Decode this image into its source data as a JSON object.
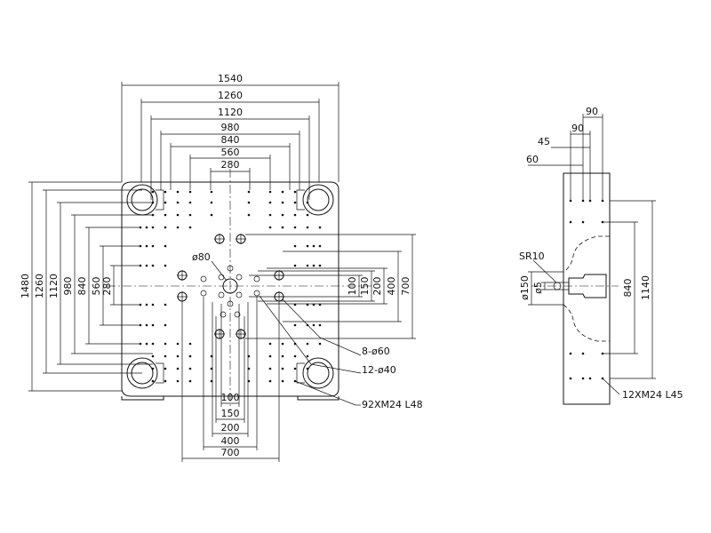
{
  "front": {
    "dims_top": [
      "1540",
      "1260",
      "1120",
      "980",
      "840",
      "560",
      "280"
    ],
    "dims_left": [
      "1480",
      "1260",
      "1120",
      "980",
      "840",
      "560",
      "280"
    ],
    "dims_right": [
      "100",
      "150",
      "200",
      "400",
      "700"
    ],
    "dims_bottom": [
      "100",
      "150",
      "200",
      "400",
      "700"
    ],
    "center_dia": "ø80",
    "callouts": {
      "large_holes": "8-ø60",
      "small_holes": "12-ø40",
      "tapped_holes": "92XM24 L48"
    }
  },
  "side": {
    "dims_top": [
      "90",
      "90",
      "45",
      "60"
    ],
    "dims_right": [
      "840",
      "1140"
    ],
    "dims_left": [
      "ø150",
      "ø5"
    ],
    "radius_label": "SR10",
    "tapped_holes": "12XM24 L45"
  }
}
